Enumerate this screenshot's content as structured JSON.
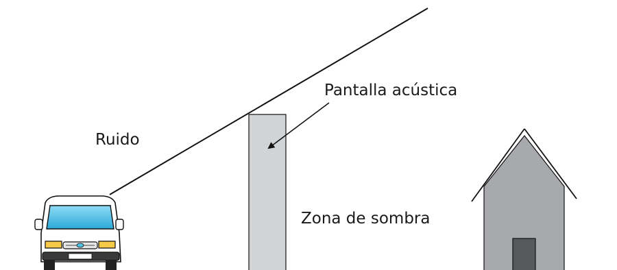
{
  "labels": {
    "noise": "Ruido",
    "barrier": "Pantalla acústica",
    "shadow_zone": "Zona de sombra"
  },
  "colors": {
    "line": "#111111",
    "barrier_fill": "#d2d3d5",
    "house_fill": "#a7a9ac",
    "door_fill": "#58595b",
    "van_windshield": "#4fc3e8",
    "van_body": "#ffffff",
    "van_headlight": "#f7c948"
  },
  "icons": {
    "vehicle": "van-icon",
    "building": "house-icon"
  }
}
